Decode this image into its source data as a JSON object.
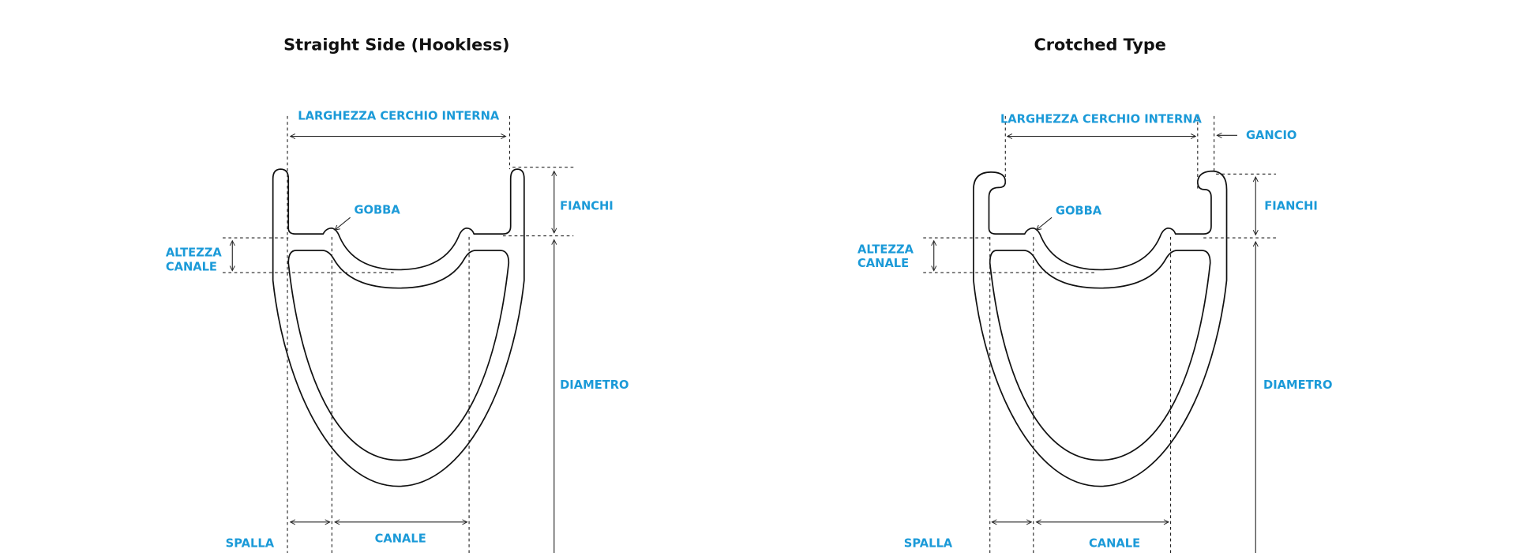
{
  "hookless": {
    "title": "Straight Side (Hookless)",
    "labels": {
      "inner_width": "LARGHEZZA CERCHIO INTERNA",
      "hump": "GOBBA",
      "sidewalls": "FIANCHI",
      "channel_depth_1": "ALTEZZA",
      "channel_depth_2": "CANALE",
      "diameter": "DIAMETRO",
      "shoulder": "SPALLA",
      "channel": "CANALE"
    }
  },
  "crotched": {
    "title": "Crotched Type",
    "labels": {
      "inner_width": "LARGHEZZA CERCHIO INTERNA",
      "hook": "GANCIO",
      "hump": "GOBBA",
      "sidewalls": "FIANCHI",
      "channel_depth_1": "ALTEZZA",
      "channel_depth_2": "CANALE",
      "diameter": "DIAMETRO",
      "shoulder": "SPALLA",
      "channel": "CANALE"
    }
  },
  "colors": {
    "label": "#1b9ad8",
    "line": "#111111"
  }
}
